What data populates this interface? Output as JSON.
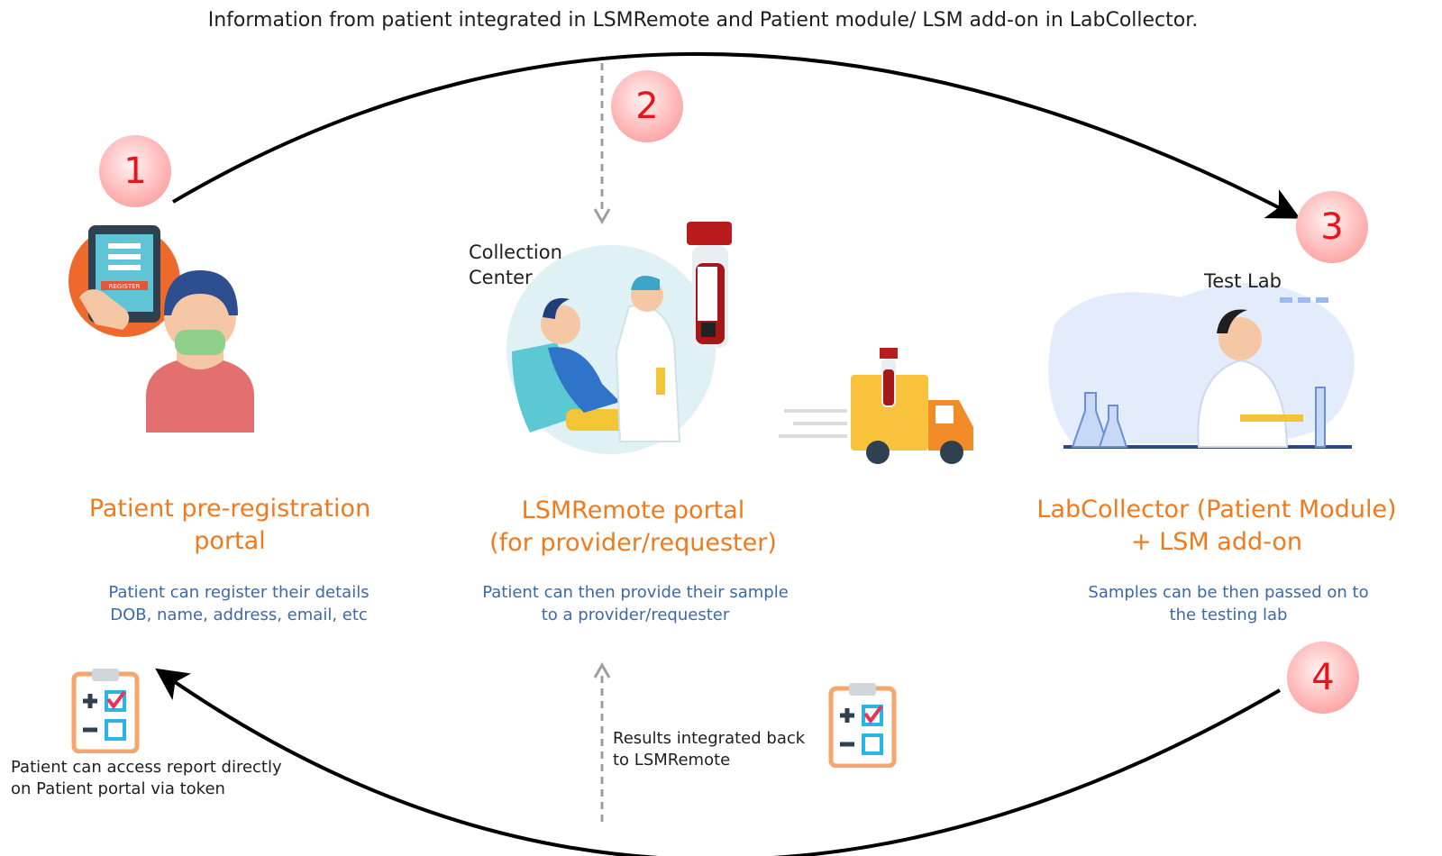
{
  "title": "Information from patient integrated in LSMRemote and Patient module/ LSM add-on in LabCollector.",
  "steps": [
    "1",
    "2",
    "3",
    "4"
  ],
  "register_text": "REGISTER",
  "collection_label": "Collection\nCenter",
  "test_lab_label": "Test Lab",
  "col1": {
    "heading": "Patient pre-registration\nportal",
    "desc": "Patient can register their details\nDOB, name, address, email, etc"
  },
  "col2": {
    "heading": "LSMRemote portal\n(for provider/requester)",
    "desc": "Patient can then provide their sample\nto a provider/requester"
  },
  "col3": {
    "heading": "LabCollector (Patient Module)\n+ LSM add-on",
    "desc": "Samples can be then passed on to\nthe testing lab"
  },
  "patient_access_text": "Patient can access report directly\non Patient portal via token",
  "results_text": "Results integrated back\nto LSMRemote",
  "colors": {
    "step_number": "#e8141b",
    "heading": "#f07a1c",
    "description": "#3b6aa8",
    "arrow": "#000000",
    "dashed_arrow": "#9e9e9e"
  }
}
